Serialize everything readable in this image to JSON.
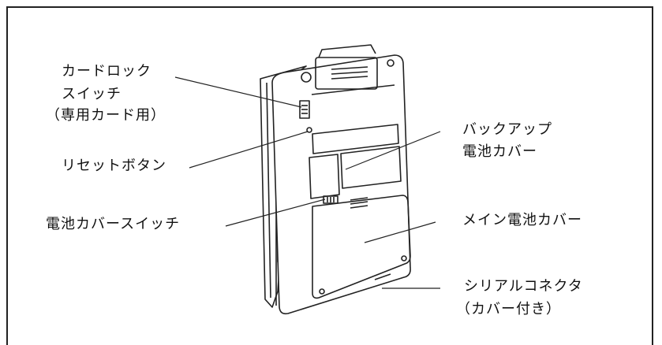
{
  "labels": {
    "card_lock": [
      "カードロック",
      "スイッチ",
      "（専用カード用）"
    ],
    "reset_button": "リセットボタン",
    "battery_cover_switch": "電池カバースイッチ",
    "backup_cover": [
      "バックアップ",
      "電池カバー"
    ],
    "main_cover": "メイン電池カバー",
    "serial_connector": [
      "シリアルコネクタ",
      "（カバー付き）"
    ]
  },
  "colors": {
    "line": "#222222",
    "background": "#ffffff"
  }
}
